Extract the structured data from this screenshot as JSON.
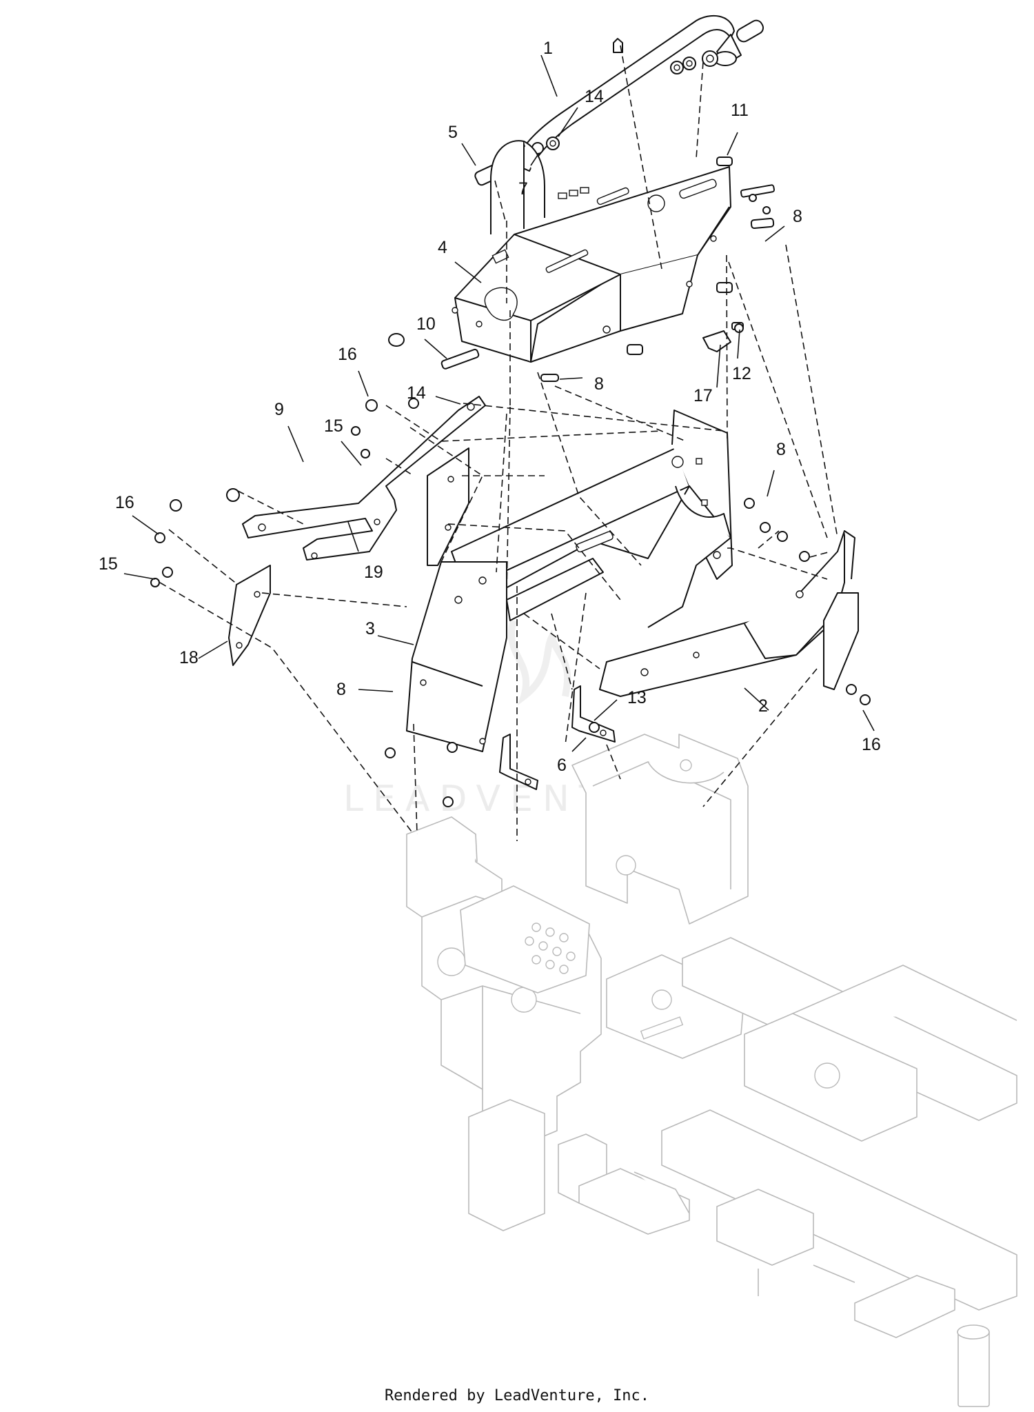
{
  "watermark_text": "LEADVENTURE",
  "footer_text": "Rendered by LeadVenture, Inc.",
  "callouts": [
    "1",
    "14",
    "5",
    "7",
    "11",
    "8",
    "4",
    "10",
    "16",
    "14",
    "9",
    "15",
    "8",
    "17",
    "12",
    "8",
    "16",
    "19",
    "15",
    "3",
    "18",
    "8",
    "13",
    "6",
    "2",
    "16"
  ]
}
